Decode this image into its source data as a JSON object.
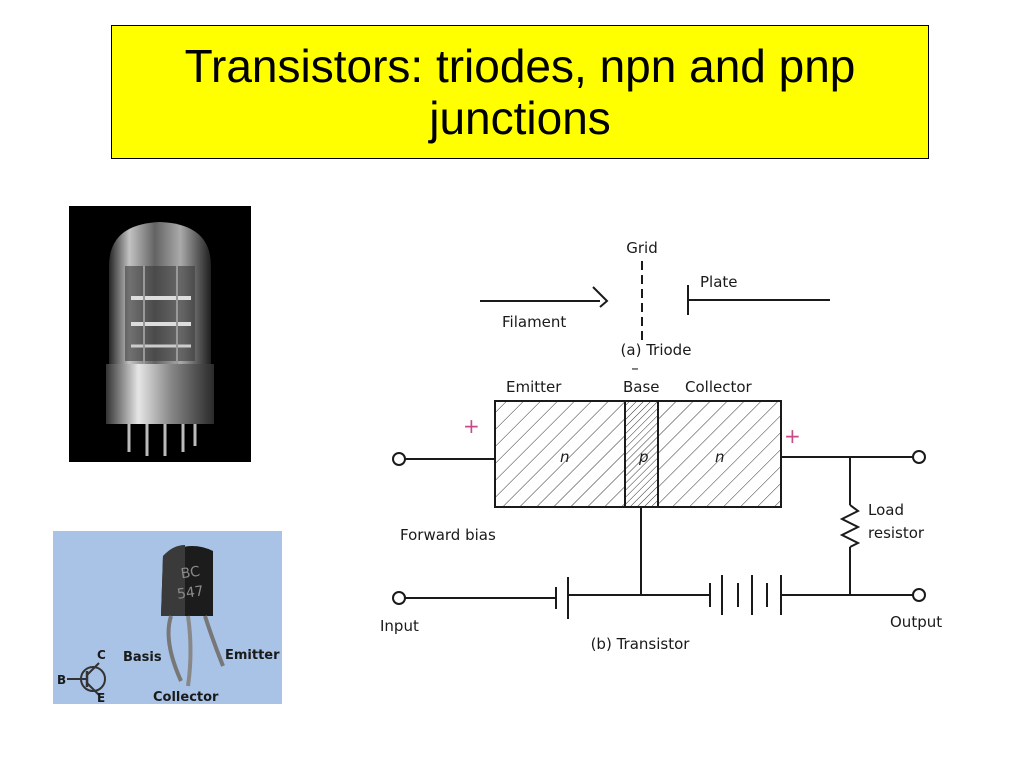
{
  "slide": {
    "title": "Transistors: triodes, npn and pnp junctions"
  },
  "colors": {
    "title_bg": "#ffff00",
    "photo_tube_bg": "#000000",
    "photo_transistor_bg": "#a9c3e6",
    "ink": "#1a1a1a",
    "sign_marks": "#c84a8a"
  },
  "photos": {
    "vacuum_tube": {
      "icon": "vacuum-tube-photo"
    },
    "bc547": {
      "icon": "bc547-transistor-photo",
      "body_text": "BC\n547",
      "labels": {
        "basis": "Basis",
        "emitter": "Emitter",
        "collector": "Collector"
      },
      "symbol_labels": {
        "b": "B",
        "c": "C",
        "e": "E"
      }
    }
  },
  "diagram": {
    "triode": {
      "grid": "Grid",
      "plate": "Plate",
      "filament": "Filament",
      "caption": "(a) Triode"
    },
    "transistor": {
      "emitter": "Emitter",
      "base": "Base",
      "collector": "Collector",
      "region_n1": "n",
      "region_p": "p",
      "region_n2": "n",
      "forward_bias": "Forward bias",
      "load_line1": "Load",
      "load_line2": "resistor",
      "input": "Input",
      "output": "Output",
      "caption": "(b) Transistor",
      "plus_left": "+",
      "plus_right": "+",
      "minus_base": "–"
    }
  }
}
